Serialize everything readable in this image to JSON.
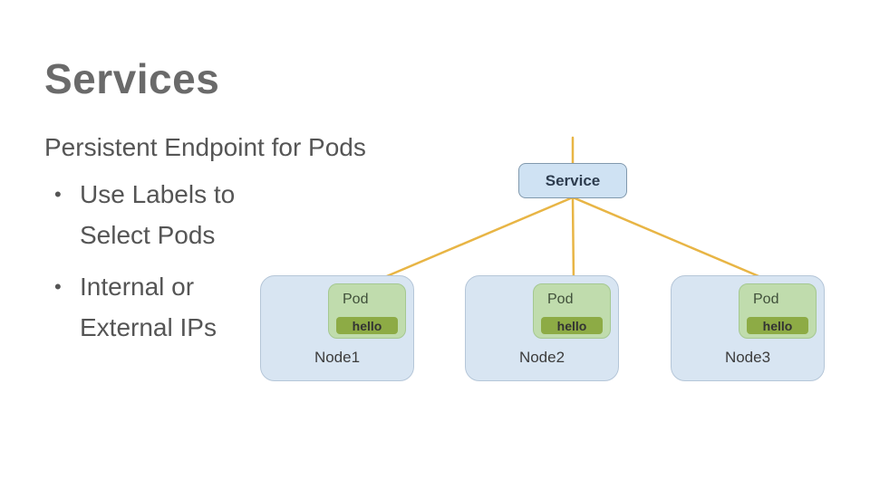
{
  "slide": {
    "title": "Services",
    "subtitle": "Persistent Endpoint for Pods",
    "bullet_marker": "•",
    "bullets": [
      {
        "lines": [
          "Use Labels to",
          "Select Pods"
        ]
      },
      {
        "lines": [
          "Internal or",
          "External IPs"
        ]
      }
    ]
  },
  "diagram": {
    "service": {
      "label": "Service"
    },
    "nodes": [
      {
        "label": "Node1",
        "pod": {
          "label": "Pod",
          "container_label": "hello"
        }
      },
      {
        "label": "Node2",
        "pod": {
          "label": "Pod",
          "container_label": "hello"
        }
      },
      {
        "label": "Node3",
        "pod": {
          "label": "Pod",
          "container_label": "hello"
        }
      }
    ]
  },
  "colors": {
    "background": "#ffffff",
    "title_text": "#6a6a6a",
    "body_text": "#555555",
    "connector": "#e8b545",
    "service_fill": "#cfe2f3",
    "service_border": "#8199ad",
    "service_text": "#2e3d4f",
    "node_fill": "#d8e5f2",
    "node_border": "#b5c6d8",
    "node_text": "#3c3c3c",
    "pod_fill": "#c0dcad",
    "pod_border": "#a5c891",
    "pod_text": "#40503a",
    "hello_fill": "#8dab45",
    "hello_text": "#333333"
  }
}
